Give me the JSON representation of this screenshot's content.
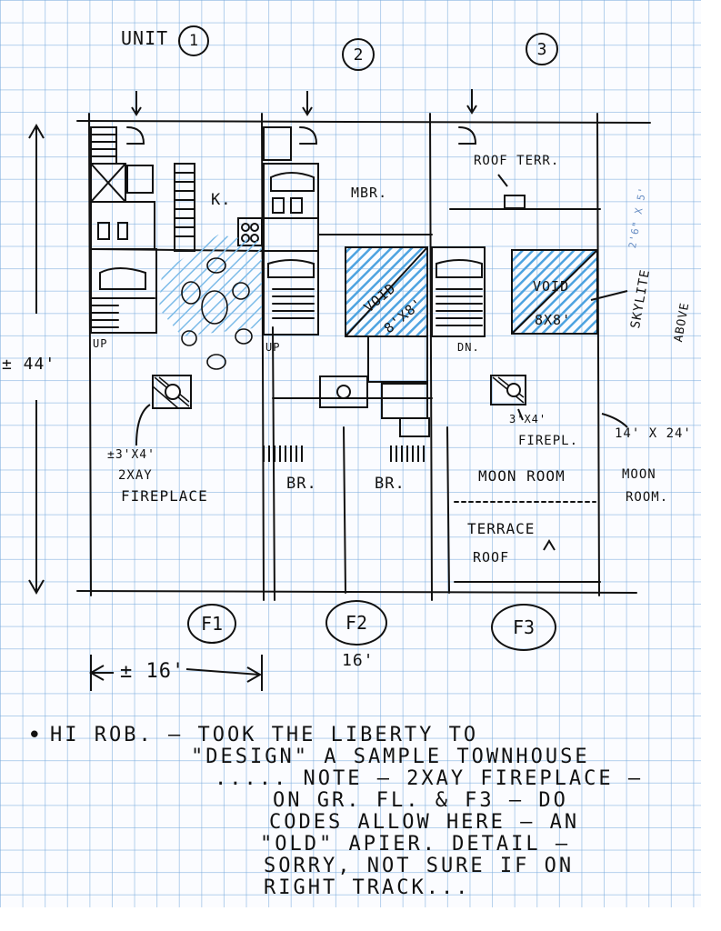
{
  "units": {
    "unit_1": "UNIT",
    "unit_1_num": "1",
    "unit_2_num": "2",
    "unit_3_num": "3"
  },
  "floors": [
    "F1",
    "F2",
    "F3"
  ],
  "dimensions": {
    "height": "± 44'",
    "width_f1": "± 16'",
    "width_f2": "16'",
    "skylite_dim": "2'6\" x 5'"
  },
  "rooms": {
    "k": "K.",
    "mbr": "MBR.",
    "roof_terr": "ROOF TERR.",
    "void_1": "VOID",
    "void_1_size": "8'x8'",
    "void_2": "VOID",
    "void_2_size": "8x8'",
    "up_1": "UP",
    "up_2": "UP",
    "dn": "DN.",
    "br_1": "BR.",
    "br_2": "BR.",
    "moon_room": "MOON ROOM",
    "terrace": "TERRACE",
    "roof": "ROOF",
    "fireplace_size_1": "±3'x4'",
    "fireplace_type": "2XAY",
    "fireplace_1": "FIREPLACE",
    "fireplace_size_2": "3'x4'",
    "fireplace_2": "FIREPL.",
    "moon_room_dim": "14' x 24'",
    "moon_room_lbl_1": "MOON",
    "moon_room_lbl_2": "ROOM.",
    "skylite": "SKYLITE",
    "above": "ABOVE"
  },
  "note": {
    "bullet": "•",
    "lines": [
      "Hi ROB. — TOOK THE LIBERTY TO",
      "\"DESIGN\" A SAMPLE TOWNHOUSE",
      "..... NOTE — 2XAY FIREPLACE —",
      "ON GR. FL. & F3 — DO",
      "CODES ALLOW HERE — AN",
      "\"OLD\" APIER. DETAIL —",
      "SORRY, NOT SURE IF ON",
      "RIGHT TRACK..."
    ]
  },
  "colors": {
    "ink": "#111111",
    "grid": "#78aadc",
    "void_fill": "#4ea3e0"
  },
  "icons": [
    "arrow-down-icon",
    "arrow-up-icon",
    "arrow-left-icon",
    "arrow-right-icon",
    "fireplace-icon"
  ]
}
